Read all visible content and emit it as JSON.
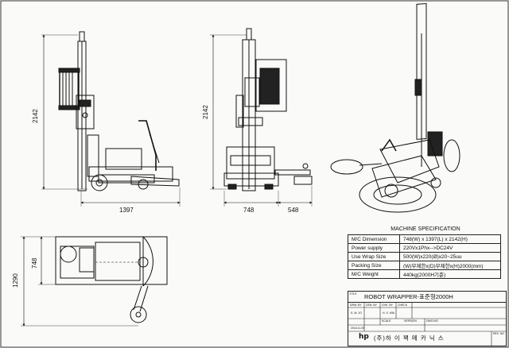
{
  "dimensions": {
    "side_height": "2142",
    "side_length": "1397",
    "front_height": "2142",
    "front_width": "748",
    "front_arm": "548",
    "plan_height": "1290",
    "plan_width": "748"
  },
  "specification": {
    "title": "MACHINE SPECIFICATION",
    "rows": [
      {
        "label": "M/C Dimension",
        "value": "748(W) x 1397(L) x 2142(H)"
      },
      {
        "label": "Power supply",
        "value": "220Vx1Phx-->DC24V"
      },
      {
        "label": "Use Wrap Size",
        "value": "500(W)x220(Ø)x20~25uu"
      },
      {
        "label": "Packing Size",
        "value": "(W)무제한x(D)무제한x(H)2000(mm)"
      },
      {
        "label": "M/C Weight",
        "value": "440kg(2000H기준)"
      }
    ]
  },
  "title_block": {
    "title_label": "TITLE",
    "title": "ROBOT WRAPPER-표준형2000H",
    "drawn_by": "DRW. BY",
    "designed_by": "DSN. BY",
    "checked_by": "CHK. BY",
    "check": "CHECK",
    "drawn_val": "S. W. JO",
    "checked_val": "H. S. KIM",
    "date": "2016.11.09",
    "scale": "SCALE",
    "version": "VERSION",
    "dwg_no": "DWG.NO",
    "rev_no": "REV. NO",
    "logo": "hp",
    "company": "(주)하 이 팩 메 카 닉 스"
  }
}
